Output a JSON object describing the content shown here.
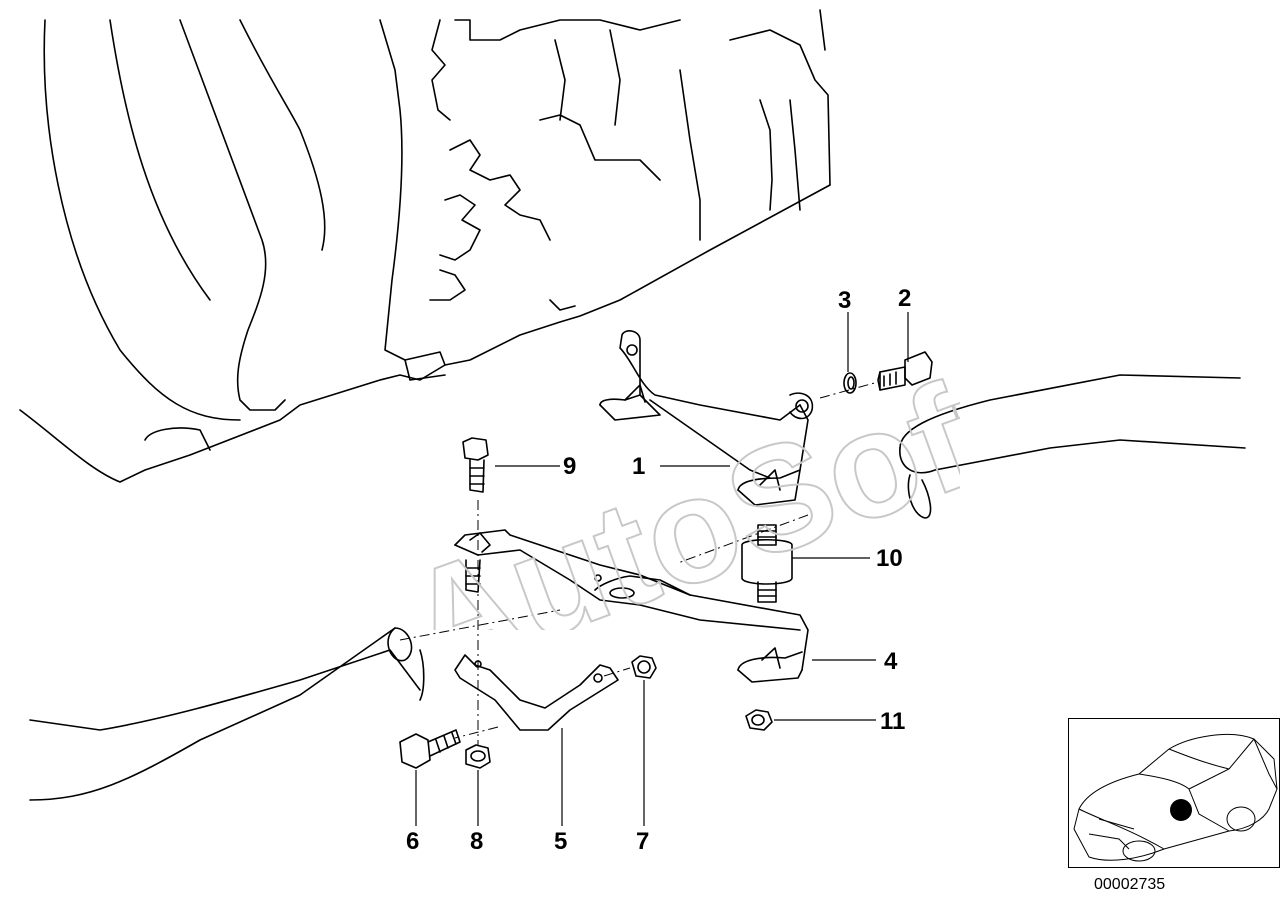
{
  "callouts": {
    "c1": "1",
    "c2": "2",
    "c3": "3",
    "c4": "4",
    "c5": "5",
    "c6": "6",
    "c7": "7",
    "c8": "8",
    "c9": "9",
    "c10": "10",
    "c11": "11"
  },
  "watermark": "AutoSoft",
  "diagram_code": "00002735"
}
